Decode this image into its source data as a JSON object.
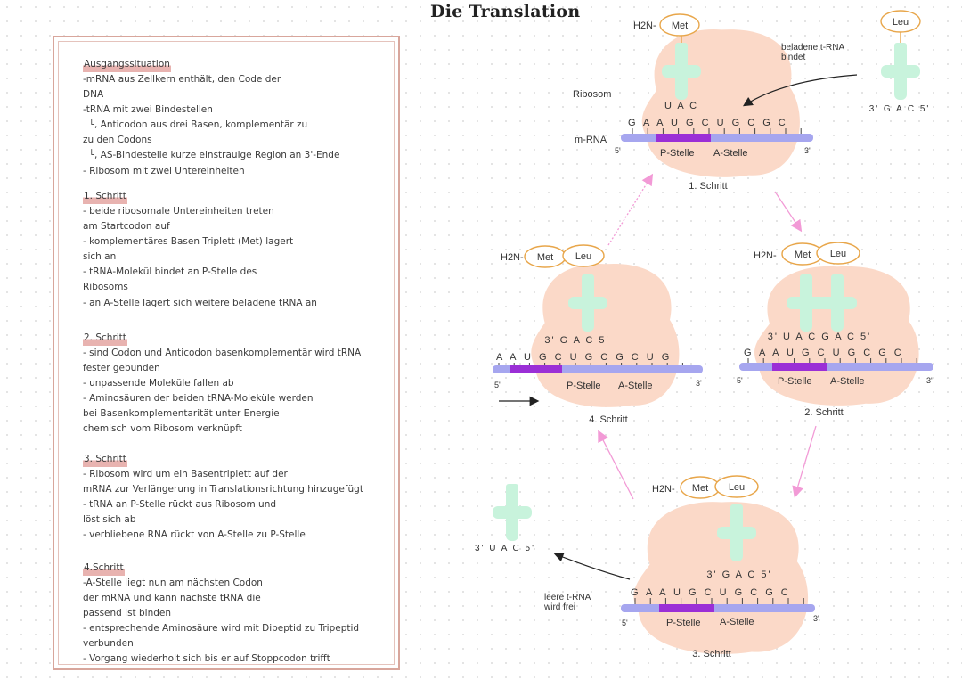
{
  "title": "Die Translation",
  "notes": {
    "sections": [
      {
        "heading": "Ausgangssituation",
        "lines": [
          "-mRNA aus Zellkern enthält, den Code der",
          "DNA",
          "-tRNA mit zwei Bindestellen",
          "  └, Anticodon aus drei Basen, komplementär zu",
          "zu den Codons",
          "  └, AS-Bindestelle kurze einstrauige Region an 3'-Ende",
          "- Ribosom mit zwei Untereinheiten"
        ]
      },
      {
        "heading": "1. Schritt",
        "lines": [
          "- beide ribosomale Untereinheiten treten",
          "am Startcodon auf",
          "- komplementäres Basen Triplett (Met) lagert",
          "sich an",
          "- tRNA-Molekül bindet an P-Stelle des",
          "Ribosoms",
          "- an A-Stelle lagert sich weitere beladene tRNA an"
        ]
      },
      {
        "heading": "2. Schritt",
        "lines": [
          "- sind Codon und Anticodon basenkomplementär wird tRNA",
          "fester gebunden",
          "- unpassende Moleküle fallen ab",
          "- Aminosäuren der beiden tRNA-Moleküle werden",
          "bei Basenkomplementarität unter Energie",
          "chemisch vom Ribosom verknüpft"
        ]
      },
      {
        "heading": "3. Schritt",
        "lines": [
          "- Ribosom wird um ein Basentriplett auf der",
          "mRNA zur Verlängerung in Translationsrichtung hinzugefügt",
          "- tRNA an P-Stelle rückt aus Ribosom und",
          "löst sich ab",
          "- verbliebene RNA rückt von A-Stelle zu P-Stelle"
        ]
      },
      {
        "heading": "4.Schritt",
        "lines": [
          "-A-Stelle liegt nun am nächsten Codon",
          "der mRNA und kann nächste tRNA die",
          "passend ist binden",
          "- entsprechende Aminosäure wird mit Dipeptid zu Tripeptid",
          "verbunden",
          "- Vorgang wiederholt sich bis er auf Stoppcodon trifft"
        ]
      }
    ]
  },
  "diagram": {
    "labels": {
      "ribosom": "Ribosom",
      "mrna": "m-RNA",
      "beladene_trna": "beladene t-RNA\nbindet",
      "leere_trna": "leere t-RNA\nwird frei",
      "p_stelle": "P-Stelle",
      "a_stelle": "A-Stelle",
      "five_prime": "5'",
      "three_prime": "3'",
      "h2n": "H2N-"
    },
    "amino_acids": {
      "met": "Met",
      "leu": "Leu"
    },
    "steps": [
      "1. Schritt",
      "2. Schritt",
      "3. Schritt",
      "4. Schritt"
    ],
    "codons": {
      "s1_mrna": "G A A U G C U G C G C",
      "s1_anticodon": "U A C",
      "free_trna_leu": "3' G A C 5'",
      "s2_mrna": "G A A U G C U G C G C",
      "s2_anticodon": "3' U A C G A C 5'",
      "s3_mrna": "G A A U G C U G C G C",
      "s3_anticodon": "3' G A C 5'",
      "released_trna": "3' U A C 5'",
      "s4_mrna": "A A U G C U G C G C U G",
      "s4_anticodon": "3' G A C 5'"
    },
    "colors": {
      "ribosome": "#fbd9c8",
      "mrna": "#a6a6ef",
      "codon_highlight": "#9b2fd6",
      "trna": "#c8f3dc",
      "amino_acid_border": "#e8a64a",
      "cycle_arrow": "#f29ad6",
      "heading_highlight": "#e8b3b0"
    }
  }
}
